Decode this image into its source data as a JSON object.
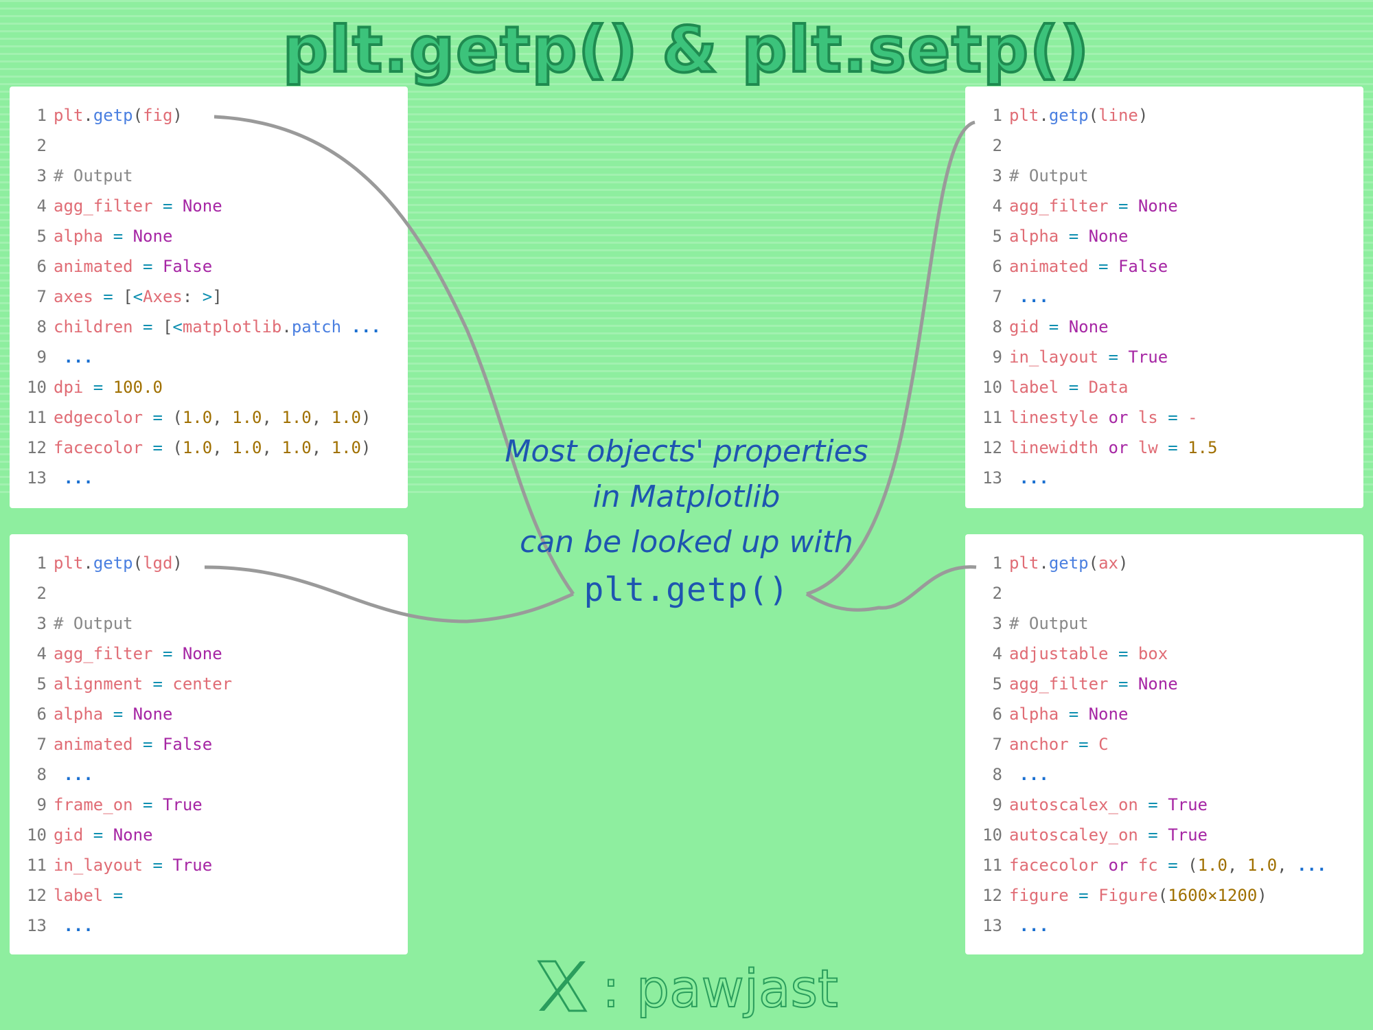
{
  "title": "plt.getp() & plt.setp()",
  "center": {
    "lines": [
      "Most objects' properties",
      "in Matplotlib",
      "can be looked up with"
    ],
    "code": "plt.getp()"
  },
  "footer": {
    "icon": "x-logo-icon",
    "separator": ":",
    "handle": "pawjast"
  },
  "colors": {
    "background": "#8eee9f",
    "title_fill": "#3cc37b",
    "title_stroke": "#1f8b50",
    "center_text": "#1e55b0",
    "connector": "#9a9a9a"
  },
  "panels": {
    "fig": {
      "lines": [
        [
          [
            "t-var",
            "plt"
          ],
          [
            "t-punct",
            "."
          ],
          [
            "t-fn",
            "getp"
          ],
          [
            "t-punct",
            "("
          ],
          [
            "t-var",
            "fig"
          ],
          [
            "t-punct",
            ")"
          ]
        ],
        [],
        [
          [
            "t-comment",
            "# Output"
          ]
        ],
        [
          [
            "t-var",
            "agg_filter"
          ],
          [
            "t-op",
            " = "
          ],
          [
            "t-kw",
            "None"
          ]
        ],
        [
          [
            "t-var",
            "alpha"
          ],
          [
            "t-op",
            " = "
          ],
          [
            "t-kw",
            "None"
          ]
        ],
        [
          [
            "t-var",
            "animated"
          ],
          [
            "t-op",
            " = "
          ],
          [
            "t-kw",
            "False"
          ]
        ],
        [
          [
            "t-var",
            "axes"
          ],
          [
            "t-op",
            " = "
          ],
          [
            "t-punct",
            "["
          ],
          [
            "t-op",
            "<"
          ],
          [
            "t-var",
            "Axes"
          ],
          [
            "t-punct",
            ": "
          ],
          [
            "t-op",
            ">"
          ],
          [
            "t-punct",
            "]"
          ]
        ],
        [
          [
            "t-var",
            "children"
          ],
          [
            "t-op",
            " = "
          ],
          [
            "t-punct",
            "["
          ],
          [
            "t-op",
            "<"
          ],
          [
            "t-var",
            "matplotlib"
          ],
          [
            "t-punct",
            "."
          ],
          [
            "t-fn",
            "patch"
          ],
          [
            "t-ell",
            " ..."
          ]
        ],
        [
          [
            "t-ell",
            " ..."
          ]
        ],
        [
          [
            "t-var",
            "dpi"
          ],
          [
            "t-op",
            " = "
          ],
          [
            "t-num",
            "100.0"
          ]
        ],
        [
          [
            "t-var",
            "edgecolor"
          ],
          [
            "t-op",
            " = "
          ],
          [
            "t-punct",
            "("
          ],
          [
            "t-num",
            "1.0"
          ],
          [
            "t-punct",
            ", "
          ],
          [
            "t-num",
            "1.0"
          ],
          [
            "t-punct",
            ", "
          ],
          [
            "t-num",
            "1.0"
          ],
          [
            "t-punct",
            ", "
          ],
          [
            "t-num",
            "1.0"
          ],
          [
            "t-punct",
            ")"
          ]
        ],
        [
          [
            "t-var",
            "facecolor"
          ],
          [
            "t-op",
            " = "
          ],
          [
            "t-punct",
            "("
          ],
          [
            "t-num",
            "1.0"
          ],
          [
            "t-punct",
            ", "
          ],
          [
            "t-num",
            "1.0"
          ],
          [
            "t-punct",
            ", "
          ],
          [
            "t-num",
            "1.0"
          ],
          [
            "t-punct",
            ", "
          ],
          [
            "t-num",
            "1.0"
          ],
          [
            "t-punct",
            ")"
          ]
        ],
        [
          [
            "t-ell",
            " ..."
          ]
        ]
      ]
    },
    "lgd": {
      "lines": [
        [
          [
            "t-var",
            "plt"
          ],
          [
            "t-punct",
            "."
          ],
          [
            "t-fn",
            "getp"
          ],
          [
            "t-punct",
            "("
          ],
          [
            "t-var",
            "lgd"
          ],
          [
            "t-punct",
            ")"
          ]
        ],
        [],
        [
          [
            "t-comment",
            "# Output"
          ]
        ],
        [
          [
            "t-var",
            "agg_filter"
          ],
          [
            "t-op",
            " = "
          ],
          [
            "t-kw",
            "None"
          ]
        ],
        [
          [
            "t-var",
            "alignment"
          ],
          [
            "t-op",
            " = "
          ],
          [
            "t-var",
            "center"
          ]
        ],
        [
          [
            "t-var",
            "alpha"
          ],
          [
            "t-op",
            " = "
          ],
          [
            "t-kw",
            "None"
          ]
        ],
        [
          [
            "t-var",
            "animated"
          ],
          [
            "t-op",
            " = "
          ],
          [
            "t-kw",
            "False"
          ]
        ],
        [
          [
            "t-ell",
            " ..."
          ]
        ],
        [
          [
            "t-var",
            "frame_on"
          ],
          [
            "t-op",
            " = "
          ],
          [
            "t-kw",
            "True"
          ]
        ],
        [
          [
            "t-var",
            "gid"
          ],
          [
            "t-op",
            " = "
          ],
          [
            "t-kw",
            "None"
          ]
        ],
        [
          [
            "t-var",
            "in_layout"
          ],
          [
            "t-op",
            " = "
          ],
          [
            "t-kw",
            "True"
          ]
        ],
        [
          [
            "t-var",
            "label"
          ],
          [
            "t-op",
            " ="
          ]
        ],
        [
          [
            "t-ell",
            " ..."
          ]
        ]
      ]
    },
    "line": {
      "lines": [
        [
          [
            "t-var",
            "plt"
          ],
          [
            "t-punct",
            "."
          ],
          [
            "t-fn",
            "getp"
          ],
          [
            "t-punct",
            "("
          ],
          [
            "t-var",
            "line"
          ],
          [
            "t-punct",
            ")"
          ]
        ],
        [],
        [
          [
            "t-comment",
            "# Output"
          ]
        ],
        [
          [
            "t-var",
            "agg_filter"
          ],
          [
            "t-op",
            " = "
          ],
          [
            "t-kw",
            "None"
          ]
        ],
        [
          [
            "t-var",
            "alpha"
          ],
          [
            "t-op",
            " = "
          ],
          [
            "t-kw",
            "None"
          ]
        ],
        [
          [
            "t-var",
            "animated"
          ],
          [
            "t-op",
            " = "
          ],
          [
            "t-kw",
            "False"
          ]
        ],
        [
          [
            "t-ell",
            " ..."
          ]
        ],
        [
          [
            "t-var",
            "gid"
          ],
          [
            "t-op",
            " = "
          ],
          [
            "t-kw",
            "None"
          ]
        ],
        [
          [
            "t-var",
            "in_layout"
          ],
          [
            "t-op",
            " = "
          ],
          [
            "t-kw",
            "True"
          ]
        ],
        [
          [
            "t-var",
            "label"
          ],
          [
            "t-op",
            " = "
          ],
          [
            "t-var",
            "Data"
          ]
        ],
        [
          [
            "t-var",
            "linestyle"
          ],
          [
            "t-kw",
            " or "
          ],
          [
            "t-var",
            "ls"
          ],
          [
            "t-op",
            " = "
          ],
          [
            "t-var",
            "-"
          ]
        ],
        [
          [
            "t-var",
            "linewidth"
          ],
          [
            "t-kw",
            " or "
          ],
          [
            "t-var",
            "lw"
          ],
          [
            "t-op",
            " = "
          ],
          [
            "t-num",
            "1.5"
          ]
        ],
        [
          [
            "t-ell",
            " ..."
          ]
        ]
      ]
    },
    "ax": {
      "lines": [
        [
          [
            "t-var",
            "plt"
          ],
          [
            "t-punct",
            "."
          ],
          [
            "t-fn",
            "getp"
          ],
          [
            "t-punct",
            "("
          ],
          [
            "t-var",
            "ax"
          ],
          [
            "t-punct",
            ")"
          ]
        ],
        [],
        [
          [
            "t-comment",
            "# Output"
          ]
        ],
        [
          [
            "t-var",
            "adjustable"
          ],
          [
            "t-op",
            " = "
          ],
          [
            "t-var",
            "box"
          ]
        ],
        [
          [
            "t-var",
            "agg_filter"
          ],
          [
            "t-op",
            " = "
          ],
          [
            "t-kw",
            "None"
          ]
        ],
        [
          [
            "t-var",
            "alpha"
          ],
          [
            "t-op",
            " = "
          ],
          [
            "t-kw",
            "None"
          ]
        ],
        [
          [
            "t-var",
            "anchor"
          ],
          [
            "t-op",
            " = "
          ],
          [
            "t-var",
            "C"
          ]
        ],
        [
          [
            "t-ell",
            " ..."
          ]
        ],
        [
          [
            "t-var",
            "autoscalex_on"
          ],
          [
            "t-op",
            " = "
          ],
          [
            "t-kw",
            "True"
          ]
        ],
        [
          [
            "t-var",
            "autoscaley_on"
          ],
          [
            "t-op",
            " = "
          ],
          [
            "t-kw",
            "True"
          ]
        ],
        [
          [
            "t-var",
            "facecolor"
          ],
          [
            "t-kw",
            " or "
          ],
          [
            "t-var",
            "fc"
          ],
          [
            "t-op",
            " = "
          ],
          [
            "t-punct",
            "("
          ],
          [
            "t-num",
            "1.0"
          ],
          [
            "t-punct",
            ", "
          ],
          [
            "t-num",
            "1.0"
          ],
          [
            "t-punct",
            ","
          ],
          [
            "t-ell",
            " ..."
          ]
        ],
        [
          [
            "t-var",
            "figure"
          ],
          [
            "t-op",
            " = "
          ],
          [
            "t-var",
            "Figure"
          ],
          [
            "t-punct",
            "("
          ],
          [
            "t-num",
            "1600×1200"
          ],
          [
            "t-punct",
            ")"
          ]
        ],
        [
          [
            "t-ell",
            " ..."
          ]
        ]
      ]
    }
  }
}
